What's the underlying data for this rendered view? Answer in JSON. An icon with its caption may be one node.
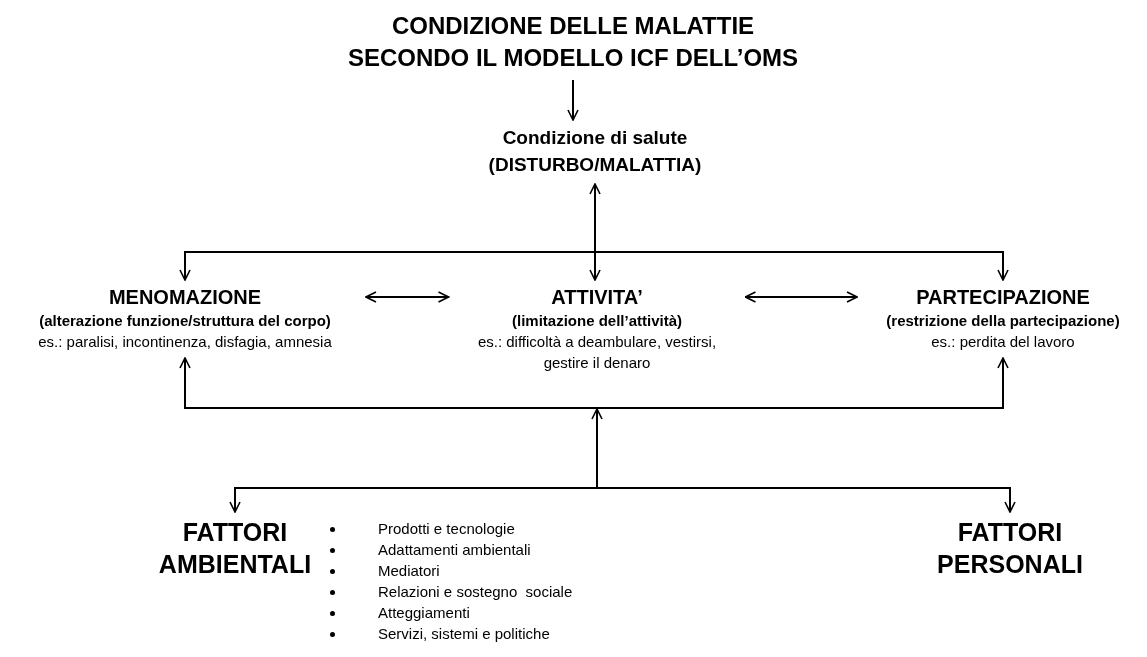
{
  "diagram": {
    "nodes": [
      {
        "text": [
          "CONDIZIONE DELLE MALATTIE SECONDO IL MODELLO ICF DELL’OMS"
        ]
      },
      {
        "text": [
          "Condizione di salute",
          "(DISTURBO/MALATTIA)"
        ]
      },
      {
        "text": [
          "MENOMAZIONE",
          "(alterazione funzione/struttura del corpo)",
          "es.: paralisi, incontinenza, disfagia, amnesia"
        ]
      },
      {
        "text": [
          "ATTIVITA’",
          "(limitazione dell’attività)",
          "es.: difficoltà a deambulare, vestirsi, gestire il denaro"
        ]
      },
      {
        "text": [
          "PARTECIPAZIONE",
          "(restrizione della partecipazione)",
          "es.: perdita del lavoro"
        ]
      },
      {
        "text": [
          "FATTORI AMBIENTALI"
        ],
        "beside": [
          "Prodotti e tecnologie",
          "Adattamenti ambientali",
          "Mediatori",
          "Relazioni e sostegno  sociale",
          "Atteggiamenti",
          "Servizi, sistemi e politiche"
        ]
      },
      {
        "text": [
          "FATTORI PERSONALI"
        ]
      }
    ],
    "edges": [
      {
        "from": 0,
        "to": 1,
        "arrow": "to"
      },
      {
        "from": 1,
        "to": 3,
        "arrow": "both"
      },
      {
        "from": 1,
        "to": 2,
        "arrow": "to"
      },
      {
        "from": 1,
        "to": 4,
        "arrow": "to"
      },
      {
        "from": 2,
        "to": 3,
        "arrow": "both"
      },
      {
        "from": 3,
        "to": 4,
        "arrow": "both"
      },
      {
        "from": 5,
        "to": 2,
        "arrow": "both"
      },
      {
        "from": 5,
        "to": 4,
        "arrow": "both"
      },
      {
        "from": 6,
        "to": 2,
        "arrow": "both"
      },
      {
        "from": 6,
        "to": 4,
        "arrow": "both"
      }
    ]
  }
}
